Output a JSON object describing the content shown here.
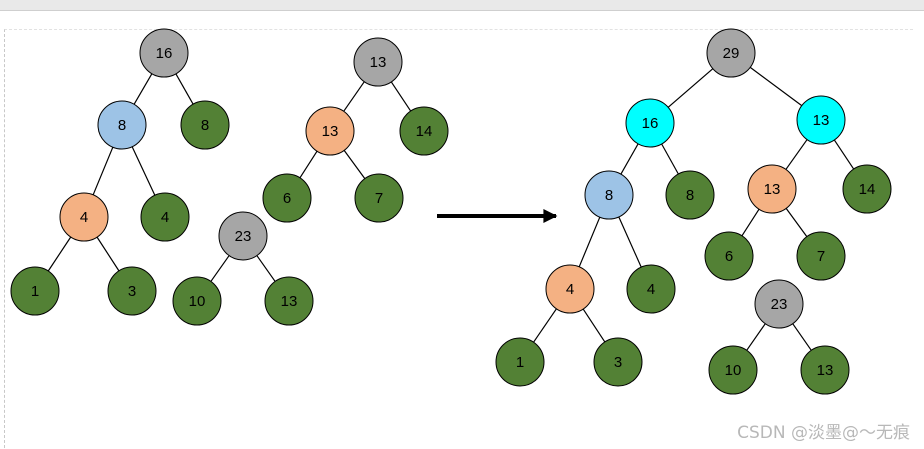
{
  "colors": {
    "gray": "#a6a6a6",
    "blue": "#9dc3e6",
    "orange": "#f4b183",
    "green": "#538135",
    "cyan": "#00ffff",
    "edge": "#000000"
  },
  "watermark": "CSDN @淡墨@～无痕",
  "diagram": {
    "nodes": [
      {
        "id": "a16",
        "label": "16",
        "fill": "gray"
      },
      {
        "id": "a8",
        "label": "8",
        "fill": "blue"
      },
      {
        "id": "a8r",
        "label": "8",
        "fill": "green"
      },
      {
        "id": "a4",
        "label": "4",
        "fill": "orange"
      },
      {
        "id": "a4r",
        "label": "4",
        "fill": "green"
      },
      {
        "id": "a1",
        "label": "1",
        "fill": "green"
      },
      {
        "id": "a3",
        "label": "3",
        "fill": "green"
      },
      {
        "id": "b13",
        "label": "13",
        "fill": "gray"
      },
      {
        "id": "b13o",
        "label": "13",
        "fill": "orange"
      },
      {
        "id": "b14",
        "label": "14",
        "fill": "green"
      },
      {
        "id": "b6",
        "label": "6",
        "fill": "green"
      },
      {
        "id": "b7",
        "label": "7",
        "fill": "green"
      },
      {
        "id": "c23",
        "label": "23",
        "fill": "gray"
      },
      {
        "id": "c10",
        "label": "10",
        "fill": "green"
      },
      {
        "id": "c13",
        "label": "13",
        "fill": "green"
      },
      {
        "id": "r29",
        "label": "29",
        "fill": "gray"
      },
      {
        "id": "r16",
        "label": "16",
        "fill": "cyan"
      },
      {
        "id": "r13c",
        "label": "13",
        "fill": "cyan"
      },
      {
        "id": "r8",
        "label": "8",
        "fill": "blue"
      },
      {
        "id": "r8r",
        "label": "8",
        "fill": "green"
      },
      {
        "id": "r4",
        "label": "4",
        "fill": "orange"
      },
      {
        "id": "r4r",
        "label": "4",
        "fill": "green"
      },
      {
        "id": "r1",
        "label": "1",
        "fill": "green"
      },
      {
        "id": "r3",
        "label": "3",
        "fill": "green"
      },
      {
        "id": "r13o",
        "label": "13",
        "fill": "orange"
      },
      {
        "id": "r14",
        "label": "14",
        "fill": "green"
      },
      {
        "id": "r6",
        "label": "6",
        "fill": "green"
      },
      {
        "id": "r7",
        "label": "7",
        "fill": "green"
      },
      {
        "id": "r23",
        "label": "23",
        "fill": "gray"
      },
      {
        "id": "r10",
        "label": "10",
        "fill": "green"
      },
      {
        "id": "r13g",
        "label": "13",
        "fill": "green"
      }
    ],
    "edges": [
      [
        "a16",
        "a8"
      ],
      [
        "a16",
        "a8r"
      ],
      [
        "a8",
        "a4"
      ],
      [
        "a8",
        "a4r"
      ],
      [
        "a4",
        "a1"
      ],
      [
        "a4",
        "a3"
      ],
      [
        "b13",
        "b13o"
      ],
      [
        "b13",
        "b14"
      ],
      [
        "b13o",
        "b6"
      ],
      [
        "b13o",
        "b7"
      ],
      [
        "c23",
        "c10"
      ],
      [
        "c23",
        "c13"
      ],
      [
        "r29",
        "r16"
      ],
      [
        "r29",
        "r13c"
      ],
      [
        "r16",
        "r8"
      ],
      [
        "r16",
        "r8r"
      ],
      [
        "r8",
        "r4"
      ],
      [
        "r8",
        "r4r"
      ],
      [
        "r4",
        "r1"
      ],
      [
        "r4",
        "r3"
      ],
      [
        "r13c",
        "r13o"
      ],
      [
        "r13c",
        "r14"
      ],
      [
        "r13o",
        "r6"
      ],
      [
        "r13o",
        "r7"
      ],
      [
        "r23",
        "r10"
      ],
      [
        "r23",
        "r13g"
      ]
    ]
  }
}
